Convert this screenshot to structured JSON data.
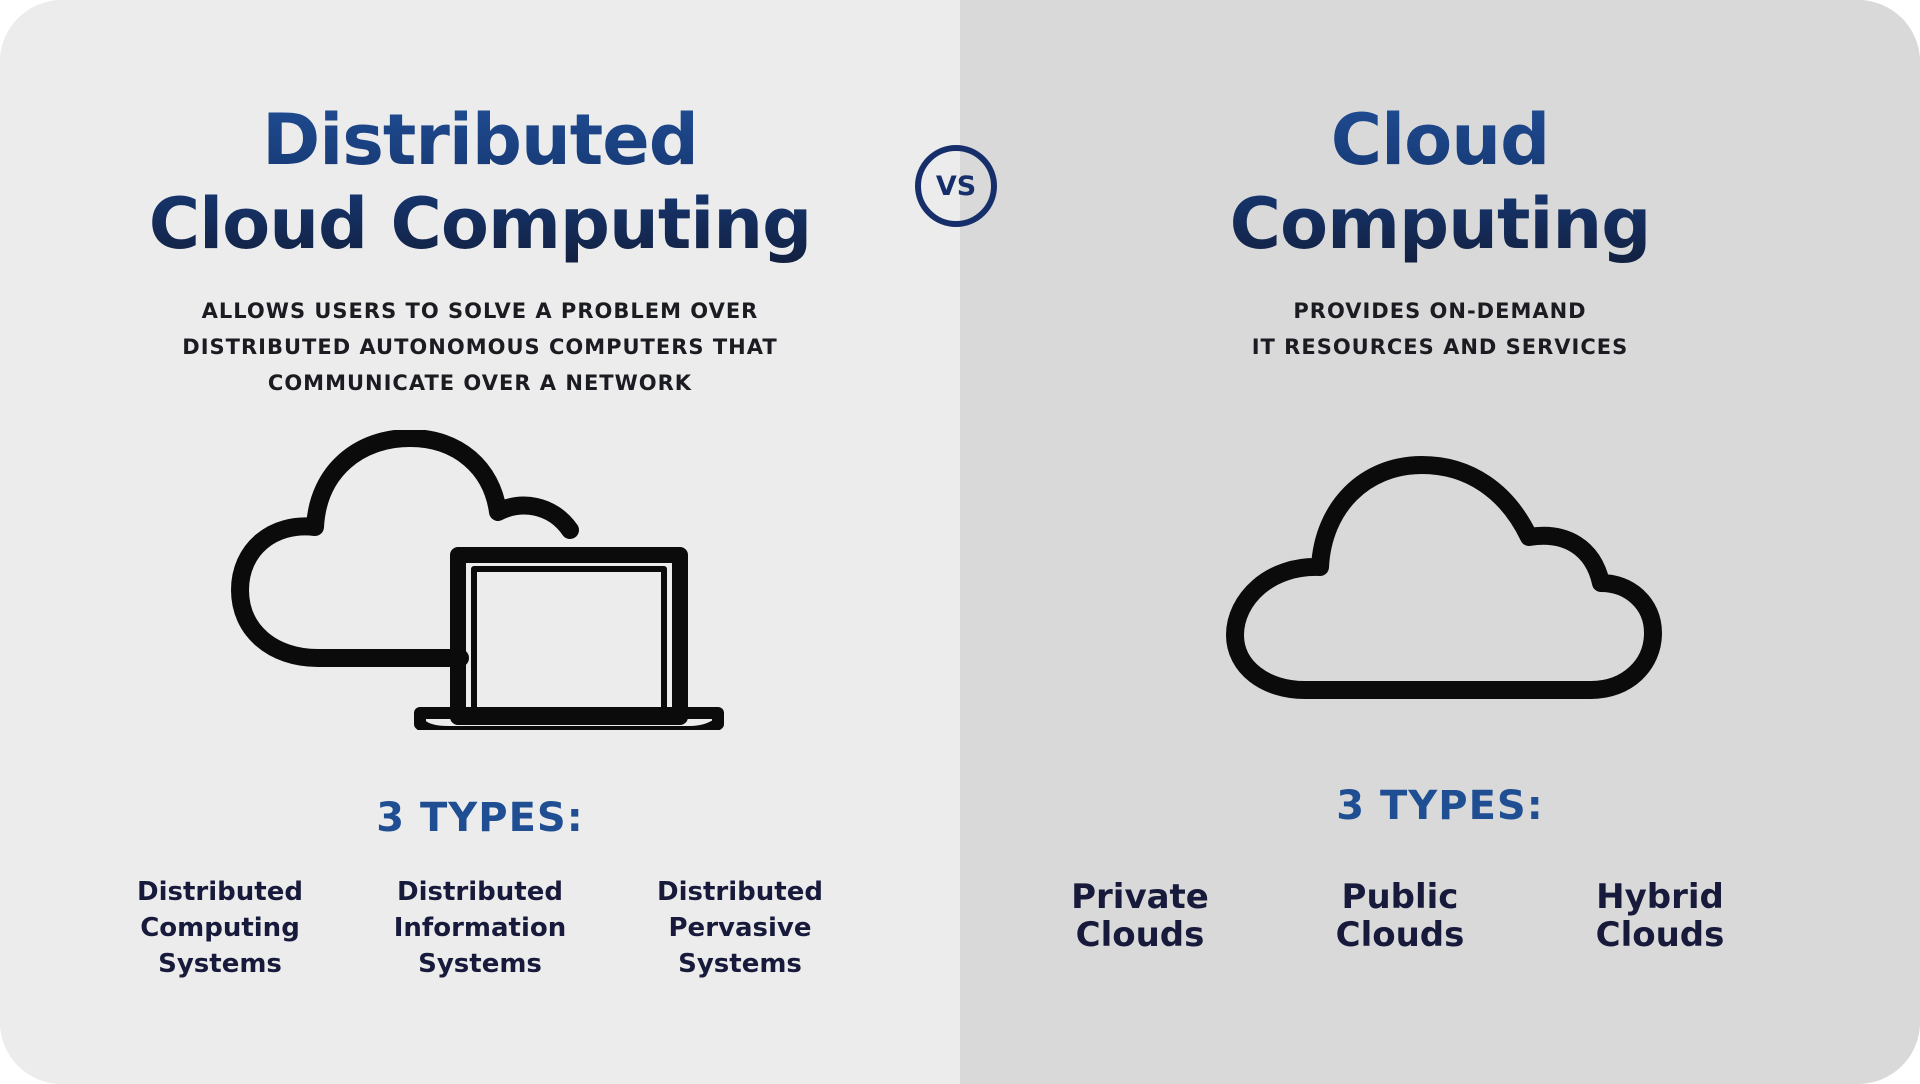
{
  "left": {
    "title_lines": [
      "Distributed",
      "Cloud Computing"
    ],
    "description_lines": [
      "ALLOWS USERS TO SOLVE A PROBLEM OVER",
      "DISTRIBUTED AUTONOMOUS COMPUTERS THAT",
      "COMMUNICATE OVER A NETWORK"
    ],
    "icon": "cloud-with-laptop-icon",
    "types_heading": "3 TYPES:",
    "types": [
      {
        "lines": [
          "Distributed",
          "Computing",
          "Systems"
        ]
      },
      {
        "lines": [
          "Distributed",
          "Information",
          "Systems"
        ]
      },
      {
        "lines": [
          "Distributed",
          "Pervasive",
          "Systems"
        ]
      }
    ]
  },
  "vs_label": "VS",
  "right": {
    "title_lines": [
      "Cloud",
      "Computing"
    ],
    "description_lines": [
      "PROVIDES ON-DEMAND",
      "IT RESOURCES AND SERVICES"
    ],
    "icon": "cloud-icon",
    "types_heading": "3 TYPES:",
    "types": [
      {
        "lines": [
          "Private",
          "Clouds"
        ]
      },
      {
        "lines": [
          "Public",
          "Clouds"
        ]
      },
      {
        "lines": [
          "Hybrid",
          "Clouds"
        ]
      }
    ]
  },
  "colors": {
    "left_background": "#ececec",
    "right_background": "#d9d9d9",
    "title_blue": "#1f4d94",
    "heading_blue": "#1f4e93",
    "navy_text": "#171a3a"
  }
}
